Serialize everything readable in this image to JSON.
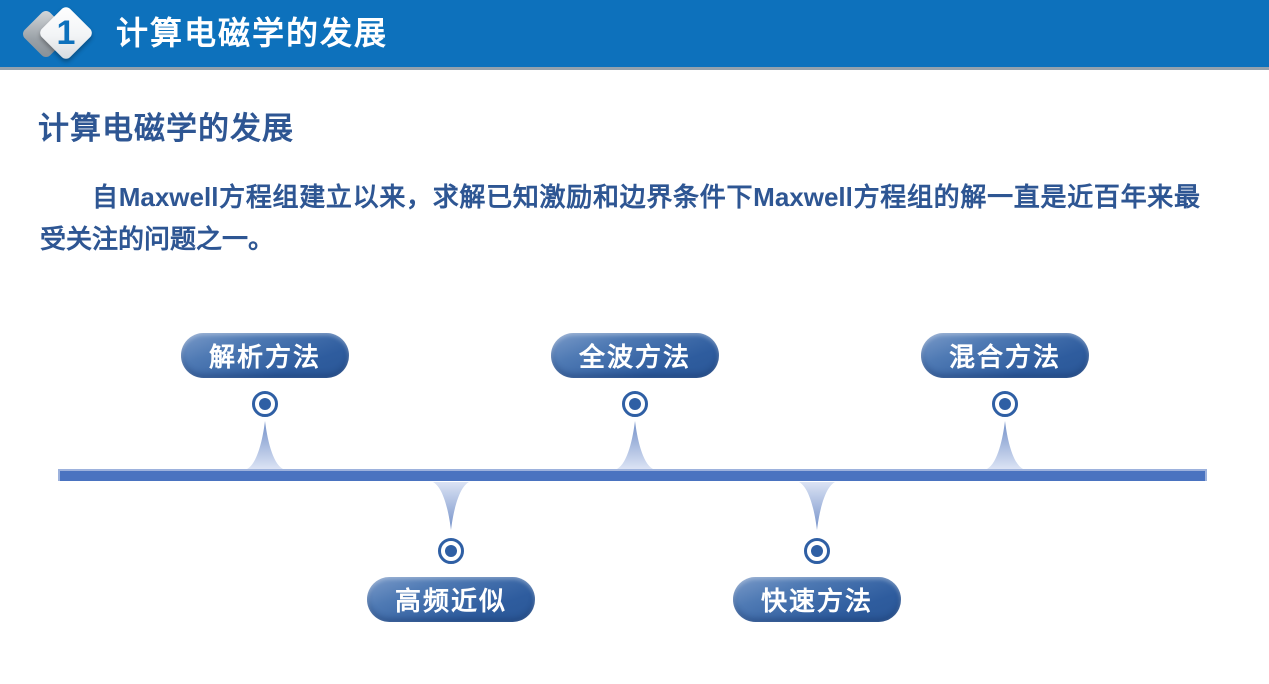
{
  "slide": {
    "header": {
      "index_badge": "1",
      "title": "计算电磁学的发展"
    },
    "section_heading": "计算电磁学的发展",
    "intro_text": "自Maxwell方程组建立以来，求解已知激励和边界条件下Maxwell方程组的解一直是近百年来最受关注的问题之一。"
  },
  "timeline": {
    "items": [
      {
        "label": "解析方法",
        "side": "top"
      },
      {
        "label": "高频近似",
        "side": "bottom"
      },
      {
        "label": "全波方法",
        "side": "top"
      },
      {
        "label": "快速方法",
        "side": "bottom"
      },
      {
        "label": "混合方法",
        "side": "top"
      }
    ]
  },
  "colors": {
    "header_blue": "#0d71bc",
    "heading_text_blue": "#2e5693",
    "pill_blue_dark": "#2e5c9e",
    "pill_blue_light": "#7b9bc9",
    "bar_blue": "#4a73c0",
    "marker_blue": "#2f5fa4",
    "spike_blue_dark": "#7491c9",
    "spike_blue_light": "#dbe3f4"
  }
}
